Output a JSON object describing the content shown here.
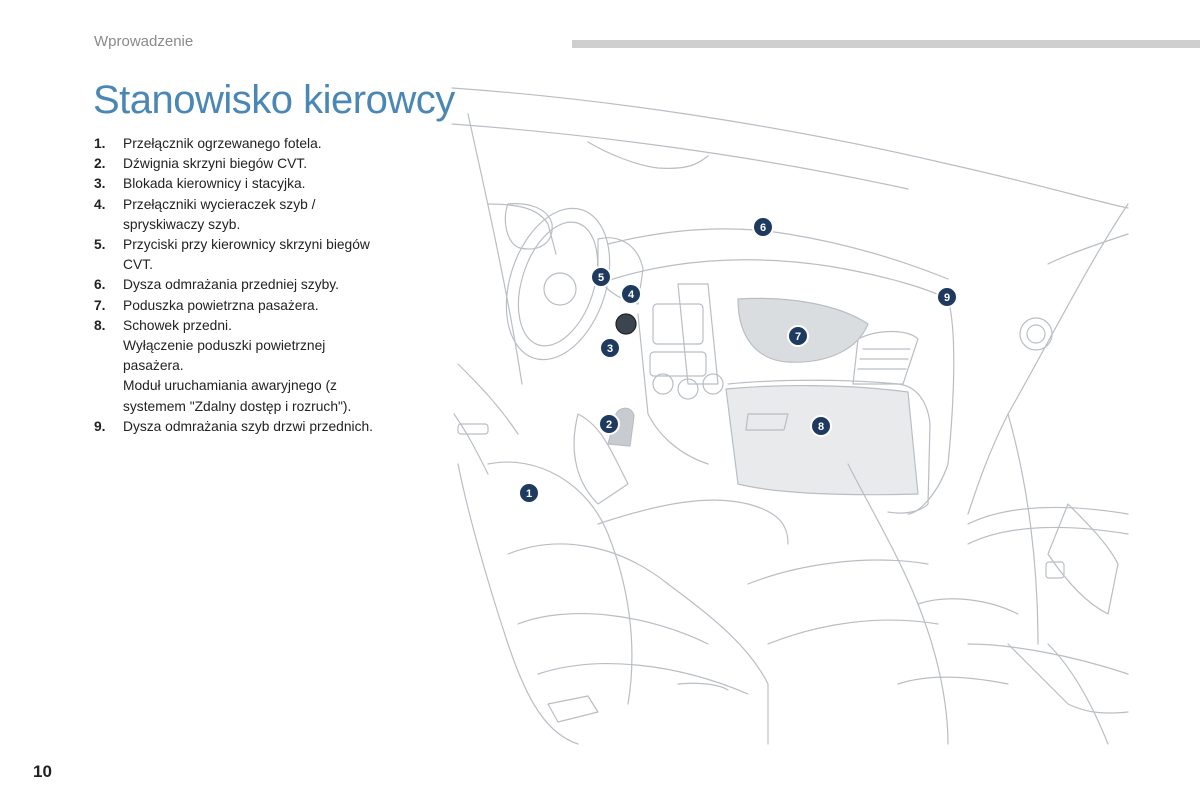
{
  "header": {
    "section": "Wprowadzenie"
  },
  "title": "Stanowisko kierowcy",
  "items": [
    {
      "num": "1.",
      "lines": [
        "Przełącznik ogrzewanego fotela."
      ]
    },
    {
      "num": "2.",
      "lines": [
        "Dźwignia skrzyni biegów CVT."
      ]
    },
    {
      "num": "3.",
      "lines": [
        "Blokada kierownicy i stacyjka."
      ]
    },
    {
      "num": "4.",
      "lines": [
        "Przełączniki wycieraczek szyb /",
        "spryskiwaczy szyb."
      ]
    },
    {
      "num": "5.",
      "lines": [
        "Przyciski przy kierownicy skrzyni biegów",
        "CVT."
      ]
    },
    {
      "num": "6.",
      "lines": [
        "Dysza odmrażania przedniej szyby."
      ]
    },
    {
      "num": "7.",
      "lines": [
        "Poduszka powietrzna pasażera."
      ]
    },
    {
      "num": "8.",
      "lines": [
        "Schowek przedni.",
        "Wyłączenie poduszki powietrznej",
        "pasażera.",
        "Moduł uruchamiania awaryjnego (z",
        "systemem \"Zdalny dostęp i rozruch\")."
      ]
    },
    {
      "num": "9.",
      "lines": [
        "Dysza odmrażania szyb drzwi przednich."
      ]
    }
  ],
  "figure": {
    "badges": [
      "1",
      "2",
      "3",
      "4",
      "5",
      "6",
      "7",
      "8",
      "9"
    ]
  },
  "footer": {
    "page_number": "10"
  }
}
